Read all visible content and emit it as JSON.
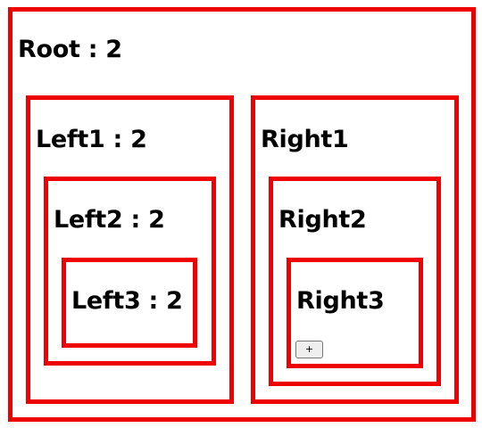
{
  "root": {
    "label": "Root : 2",
    "left": {
      "level1": {
        "label": "Left1 : 2"
      },
      "level2": {
        "label": "Left2 : 2"
      },
      "level3": {
        "label": "Left3 : 2"
      }
    },
    "right": {
      "level1": {
        "label": "Right1"
      },
      "level2": {
        "label": "Right2"
      },
      "level3": {
        "label": "Right3",
        "button_label": "+"
      }
    }
  },
  "colors": {
    "border": "#ee0000",
    "text": "#000000",
    "background": "#ffffff"
  }
}
